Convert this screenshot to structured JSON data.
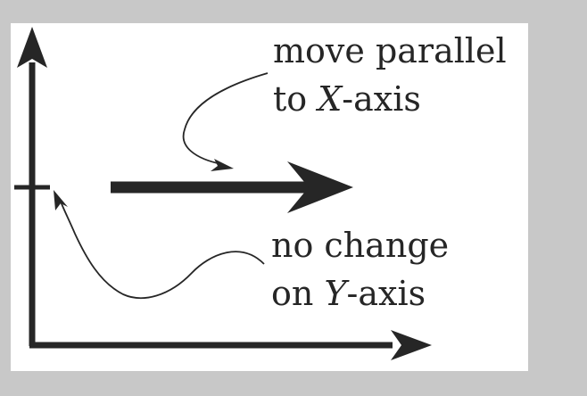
{
  "annotations": {
    "top": {
      "line1": "move parallel",
      "line2_prefix": "to ",
      "line2_axis": "X",
      "line2_suffix": "-axis"
    },
    "bottom": {
      "line1": "no change",
      "line2_prefix": "on ",
      "line2_axis": "Y",
      "line2_suffix": "-axis"
    }
  },
  "colors": {
    "ink": "#262626",
    "panel": "#ffffff",
    "frame": "#c8c8c8"
  }
}
